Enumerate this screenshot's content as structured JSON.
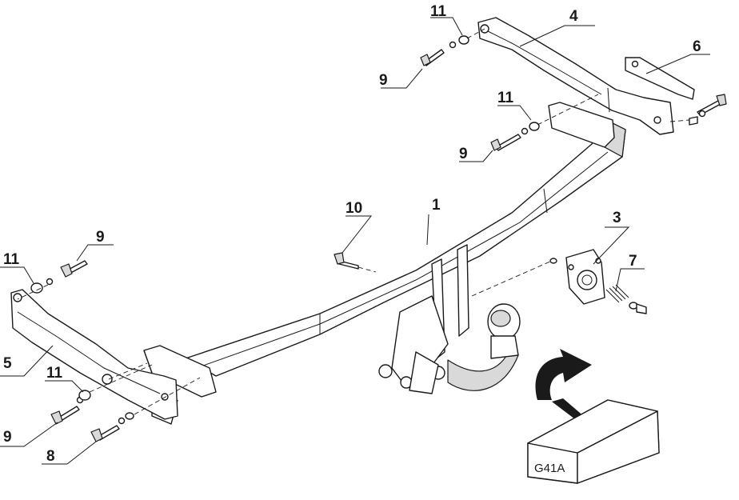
{
  "labels": {
    "p1": "1",
    "p3": "3",
    "p4": "4",
    "p5": "5",
    "p6": "6",
    "p7": "7",
    "p8": "8",
    "p9a": "9",
    "p9b": "9",
    "p9c": "9",
    "p9d": "9",
    "p10": "10",
    "p11a": "11",
    "p11b": "11",
    "p11c": "11",
    "p11d": "11"
  },
  "box_code": "G41A",
  "colors": {
    "line": "#1a1a1a",
    "shade": "#d9d9d9",
    "arrow": "#1a1a1a"
  }
}
